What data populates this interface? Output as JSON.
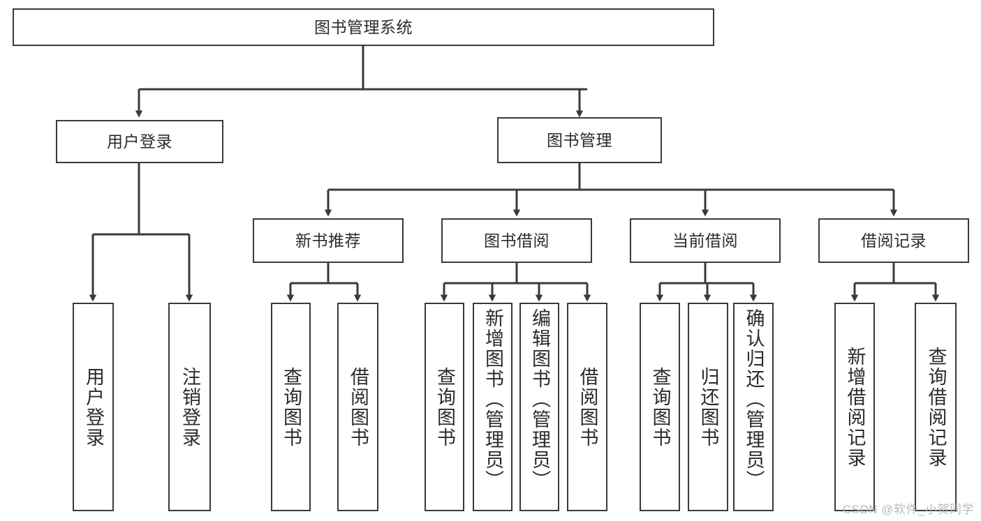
{
  "diagram": {
    "title": "图书管理系统",
    "type": "tree-hierarchy-chart",
    "line_color": "#3a3a3a",
    "box_fill": "#ffffff",
    "text_color": "#2b2b2b"
  },
  "root": {
    "label": "图书管理系统"
  },
  "level2": [
    {
      "label": "用户登录"
    },
    {
      "label": "图书管理"
    }
  ],
  "level3": [
    {
      "label": "新书推荐"
    },
    {
      "label": "图书借阅"
    },
    {
      "label": "当前借阅"
    },
    {
      "label": "借阅记录"
    }
  ],
  "leaves": {
    "user_login": [
      {
        "label": "用户登录"
      },
      {
        "label": "注销登录"
      }
    ],
    "new_book": [
      {
        "label": "查询图书"
      },
      {
        "label": "借阅图书"
      }
    ],
    "book_borrow": [
      {
        "label": "查询图书"
      },
      {
        "label": "新增图书（管理员）"
      },
      {
        "label": "编辑图书（管理员）"
      },
      {
        "label": "借阅图书"
      }
    ],
    "current_borrow": [
      {
        "label": "查询图书"
      },
      {
        "label": "归还图书"
      },
      {
        "label": "确认归还（管理员）"
      }
    ],
    "borrow_record": [
      {
        "label": "新增借阅记录"
      },
      {
        "label": "查询借阅记录"
      }
    ]
  },
  "watermark": {
    "text": "CSDN @软件_小贺同学"
  }
}
